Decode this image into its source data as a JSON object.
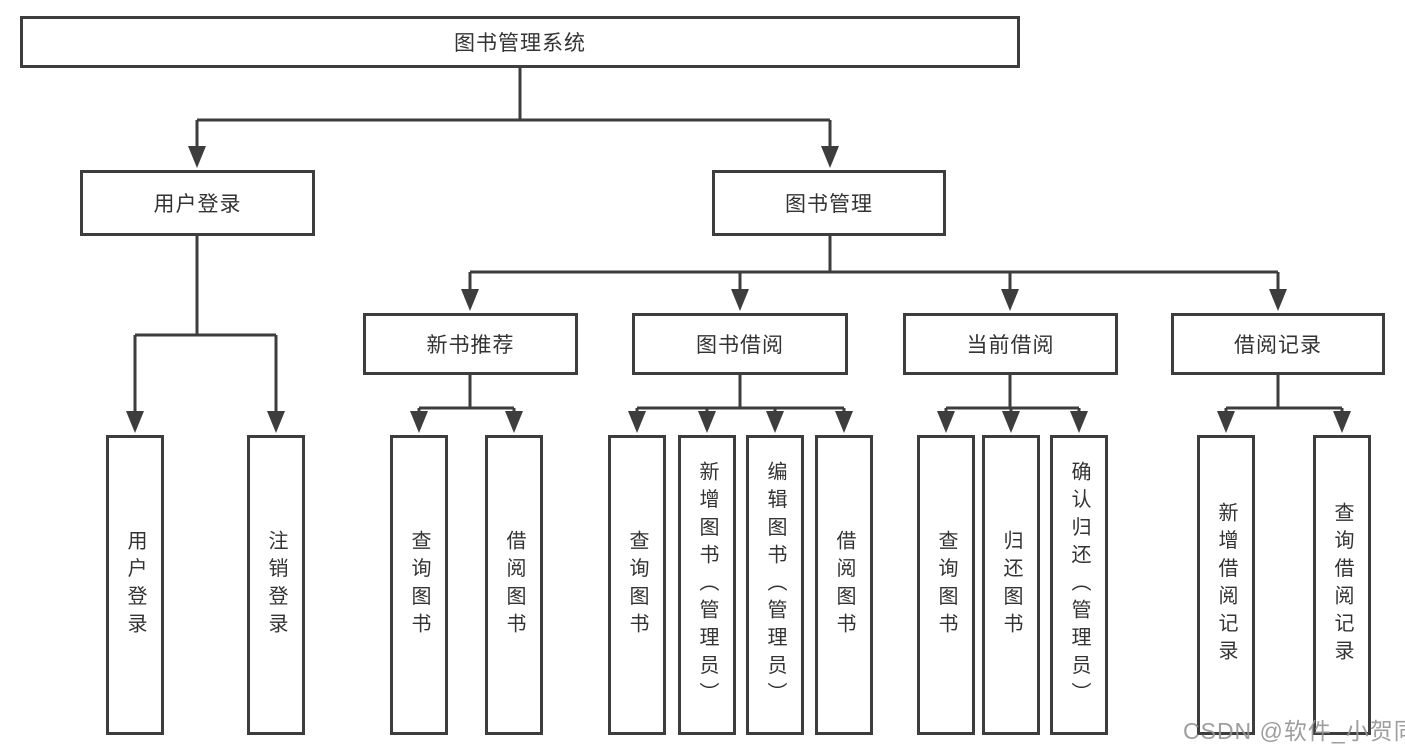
{
  "tree": {
    "root": {
      "label": "图书管理系统"
    },
    "branches": [
      {
        "label": "用户登录",
        "children": [
          {
            "label": "用户登录"
          },
          {
            "label": "注销登录"
          }
        ]
      },
      {
        "label": "图书管理",
        "children": [
          {
            "label": "新书推荐",
            "children": [
              {
                "label": "查询图书"
              },
              {
                "label": "借阅图书"
              }
            ]
          },
          {
            "label": "图书借阅",
            "children": [
              {
                "label": "查询图书"
              },
              {
                "label": "新增图书（管理员）"
              },
              {
                "label": "编辑图书（管理员）"
              },
              {
                "label": "借阅图书"
              }
            ]
          },
          {
            "label": "当前借阅",
            "children": [
              {
                "label": "查询图书"
              },
              {
                "label": "归还图书"
              },
              {
                "label": "确认归还（管理员）"
              }
            ]
          },
          {
            "label": "借阅记录",
            "children": [
              {
                "label": "新增借阅记录"
              },
              {
                "label": "查询借阅记录"
              }
            ]
          }
        ]
      }
    ]
  },
  "watermark": {
    "text": "CSDN @软件_小贺同学"
  },
  "colors": {
    "line": "#3d3d3d",
    "box_border": "#3d3d3d",
    "text": "#333333",
    "watermark": "#949494",
    "background": "#ffffff"
  }
}
